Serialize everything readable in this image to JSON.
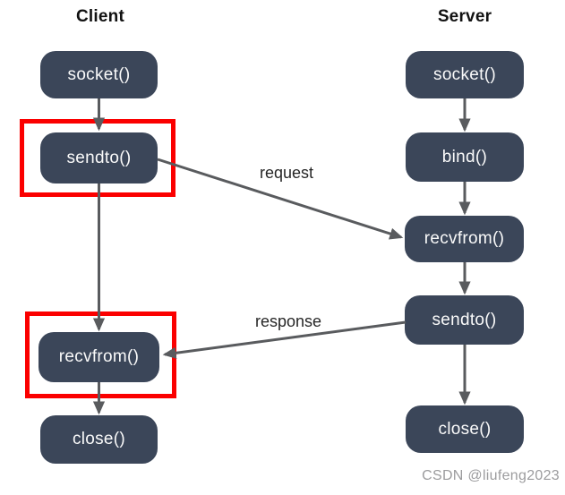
{
  "diagram": {
    "type": "flowchart",
    "subject": "UDP client-server socket call sequence",
    "client": {
      "title": "Client",
      "nodes": [
        {
          "id": "client-socket",
          "label": "socket()",
          "highlighted": false
        },
        {
          "id": "client-sendto",
          "label": "sendto()",
          "highlighted": true
        },
        {
          "id": "client-recvfrom",
          "label": "recvfrom()",
          "highlighted": true
        },
        {
          "id": "client-close",
          "label": "close()",
          "highlighted": false
        }
      ]
    },
    "server": {
      "title": "Server",
      "nodes": [
        {
          "id": "server-socket",
          "label": "socket()"
        },
        {
          "id": "server-bind",
          "label": "bind()"
        },
        {
          "id": "server-recvfrom",
          "label": "recvfrom()"
        },
        {
          "id": "server-sendto",
          "label": "sendto()"
        },
        {
          "id": "server-close",
          "label": "close()"
        }
      ]
    },
    "edges": {
      "request_label": "request",
      "response_label": "response",
      "connections": [
        {
          "from": "client-socket",
          "to": "client-sendto"
        },
        {
          "from": "client-sendto",
          "to": "client-recvfrom"
        },
        {
          "from": "client-recvfrom",
          "to": "client-close"
        },
        {
          "from": "server-socket",
          "to": "server-bind"
        },
        {
          "from": "server-bind",
          "to": "server-recvfrom"
        },
        {
          "from": "server-recvfrom",
          "to": "server-sendto"
        },
        {
          "from": "server-sendto",
          "to": "server-close"
        },
        {
          "from": "client-sendto",
          "to": "server-recvfrom",
          "label": "request"
        },
        {
          "from": "server-sendto",
          "to": "client-recvfrom",
          "label": "response"
        }
      ]
    },
    "colors": {
      "background": "#ffffff",
      "node_fill": "#3b4659",
      "node_text": "#fafafa",
      "arrow": "#595b5e",
      "highlight": "#fb0000",
      "heading_text": "#111111",
      "edge_label_text": "#262626",
      "watermark_text": "#9c9c9e"
    }
  },
  "watermark": {
    "text": "CSDN @liufeng2023"
  }
}
